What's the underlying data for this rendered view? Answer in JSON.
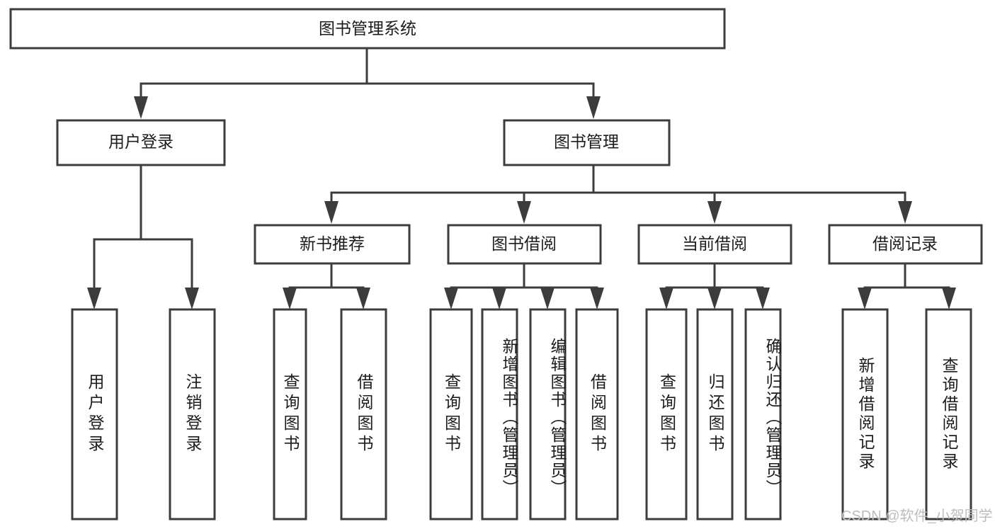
{
  "diagram": {
    "type": "hierarchy-tree",
    "title_node": {
      "label": "图书管理系统"
    },
    "level2": [
      {
        "label": "用户登录"
      },
      {
        "label": "图书管理"
      }
    ],
    "level3": [
      {
        "label": "新书推荐"
      },
      {
        "label": "图书借阅"
      },
      {
        "label": "当前借阅"
      },
      {
        "label": "借阅记录"
      }
    ],
    "leaves": [
      {
        "label": "用户登录"
      },
      {
        "label": "注销登录"
      },
      {
        "label": "查询图书"
      },
      {
        "label": "借阅图书"
      },
      {
        "label": "查询图书"
      },
      {
        "label": "新增图书（管理员）"
      },
      {
        "label": "编辑图书（管理员）"
      },
      {
        "label": "借阅图书"
      },
      {
        "label": "查询图书"
      },
      {
        "label": "归还图书"
      },
      {
        "label": "确认归还（管理员）"
      },
      {
        "label": "新增借阅记录"
      },
      {
        "label": "查询借阅记录"
      }
    ],
    "watermark": "CSDN @软件_小贺同学",
    "colors": {
      "stroke": "#3c3c3c",
      "fill": "#ffffff",
      "text": "#1c1c1c",
      "watermark": "#bdbdbd",
      "background": "#ffffff"
    }
  }
}
